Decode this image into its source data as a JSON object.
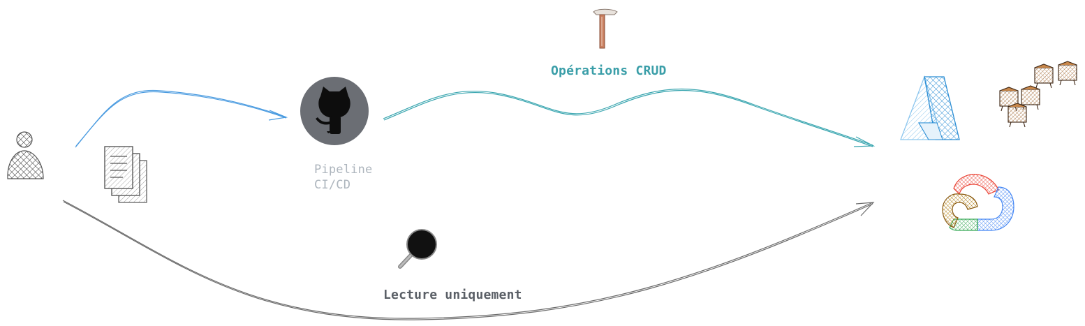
{
  "pipeline": {
    "line1": "Pipeline",
    "line2": "CI/CD"
  },
  "crud_label": "Opérations CRUD",
  "read_label": "Lecture uniquement",
  "colors": {
    "user_arrow": "#4a9be0",
    "crud_arrow": "#3aa6b0",
    "read_arrow": "#6b6b6b",
    "github_circle": "#6b6e74",
    "pipeline_label": "#adb5bd",
    "azure": "#2a8dd4",
    "gcp_red": "#ea4335",
    "gcp_blue": "#4285f4",
    "gcp_green": "#34a853",
    "gcp_yellow": "#fbbc05"
  },
  "icons": [
    "user-icon",
    "documents-icon",
    "github-icon",
    "wrench-icon",
    "azure-icon",
    "servers-icon",
    "google-cloud-icon",
    "magnifier-icon"
  ]
}
